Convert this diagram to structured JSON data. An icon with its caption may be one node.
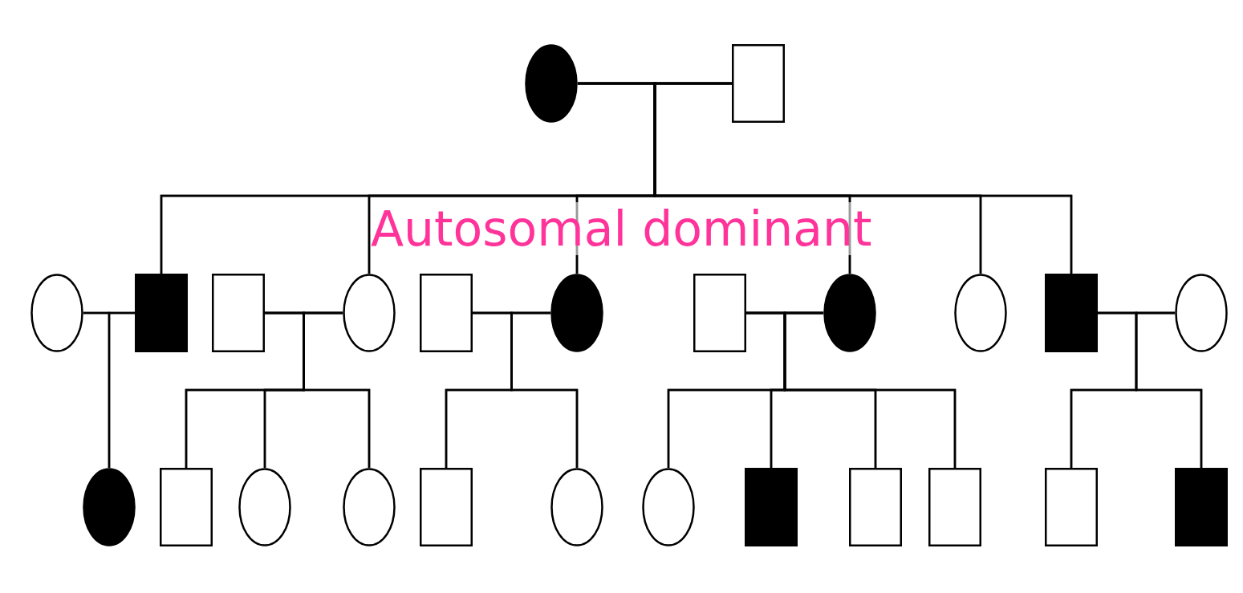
{
  "diagram": {
    "title": "Autosomal dominant",
    "nodes": [
      {
        "text": [],
        "shape": "disc"
      },
      {
        "text": [],
        "shape": "box"
      },
      {
        "text": [],
        "shape": "circle"
      },
      {
        "text": [],
        "shape": "block"
      },
      {
        "text": [],
        "shape": "box"
      },
      {
        "text": [],
        "shape": "circle"
      },
      {
        "text": [],
        "shape": "box"
      },
      {
        "text": [],
        "shape": "disc"
      },
      {
        "text": [],
        "shape": "box"
      },
      {
        "text": [],
        "shape": "disc"
      },
      {
        "text": [],
        "shape": "circle"
      },
      {
        "text": [],
        "shape": "block"
      },
      {
        "text": [],
        "shape": "circle"
      },
      {
        "text": [],
        "shape": "disc"
      },
      {
        "text": [],
        "shape": "box"
      },
      {
        "text": [],
        "shape": "circle"
      },
      {
        "text": [],
        "shape": "circle"
      },
      {
        "text": [],
        "shape": "box"
      },
      {
        "text": [],
        "shape": "circle"
      },
      {
        "text": [],
        "shape": "circle"
      },
      {
        "text": [],
        "shape": "block"
      },
      {
        "text": [],
        "shape": "box"
      },
      {
        "text": [],
        "shape": "box"
      },
      {
        "text": [],
        "shape": "box"
      },
      {
        "text": [],
        "shape": "block"
      }
    ],
    "edges": [
      {
        "from": 0,
        "to": 1,
        "arrow": "none"
      },
      {
        "from": 0,
        "to": 3,
        "arrow": "none"
      },
      {
        "from": 1,
        "to": 3,
        "arrow": "none"
      },
      {
        "from": 0,
        "to": 5,
        "arrow": "none"
      },
      {
        "from": 1,
        "to": 5,
        "arrow": "none"
      },
      {
        "from": 0,
        "to": 7,
        "arrow": "none"
      },
      {
        "from": 1,
        "to": 7,
        "arrow": "none"
      },
      {
        "from": 0,
        "to": 9,
        "arrow": "none"
      },
      {
        "from": 1,
        "to": 9,
        "arrow": "none"
      },
      {
        "from": 0,
        "to": 10,
        "arrow": "none"
      },
      {
        "from": 1,
        "to": 10,
        "arrow": "none"
      },
      {
        "from": 0,
        "to": 11,
        "arrow": "none"
      },
      {
        "from": 1,
        "to": 11,
        "arrow": "none"
      },
      {
        "from": 2,
        "to": 3,
        "arrow": "none"
      },
      {
        "from": 4,
        "to": 5,
        "arrow": "none"
      },
      {
        "from": 6,
        "to": 7,
        "arrow": "none"
      },
      {
        "from": 8,
        "to": 9,
        "arrow": "none"
      },
      {
        "from": 11,
        "to": 12,
        "arrow": "none"
      },
      {
        "from": 2,
        "to": 13,
        "arrow": "none"
      },
      {
        "from": 3,
        "to": 13,
        "arrow": "none"
      },
      {
        "from": 4,
        "to": 14,
        "arrow": "none"
      },
      {
        "from": 5,
        "to": 14,
        "arrow": "none"
      },
      {
        "from": 4,
        "to": 15,
        "arrow": "none"
      },
      {
        "from": 5,
        "to": 15,
        "arrow": "none"
      },
      {
        "from": 4,
        "to": 16,
        "arrow": "none"
      },
      {
        "from": 5,
        "to": 16,
        "arrow": "none"
      },
      {
        "from": 6,
        "to": 17,
        "arrow": "none"
      },
      {
        "from": 7,
        "to": 17,
        "arrow": "none"
      },
      {
        "from": 6,
        "to": 18,
        "arrow": "none"
      },
      {
        "from": 7,
        "to": 18,
        "arrow": "none"
      },
      {
        "from": 8,
        "to": 19,
        "arrow": "none"
      },
      {
        "from": 9,
        "to": 19,
        "arrow": "none"
      },
      {
        "from": 8,
        "to": 20,
        "arrow": "none"
      },
      {
        "from": 9,
        "to": 20,
        "arrow": "none"
      },
      {
        "from": 8,
        "to": 21,
        "arrow": "none"
      },
      {
        "from": 9,
        "to": 21,
        "arrow": "none"
      },
      {
        "from": 8,
        "to": 22,
        "arrow": "none"
      },
      {
        "from": 9,
        "to": 22,
        "arrow": "none"
      },
      {
        "from": 11,
        "to": 23,
        "arrow": "none"
      },
      {
        "from": 12,
        "to": 23,
        "arrow": "none"
      },
      {
        "from": 11,
        "to": 24,
        "arrow": "none"
      },
      {
        "from": 12,
        "to": 24,
        "arrow": "none"
      }
    ]
  }
}
